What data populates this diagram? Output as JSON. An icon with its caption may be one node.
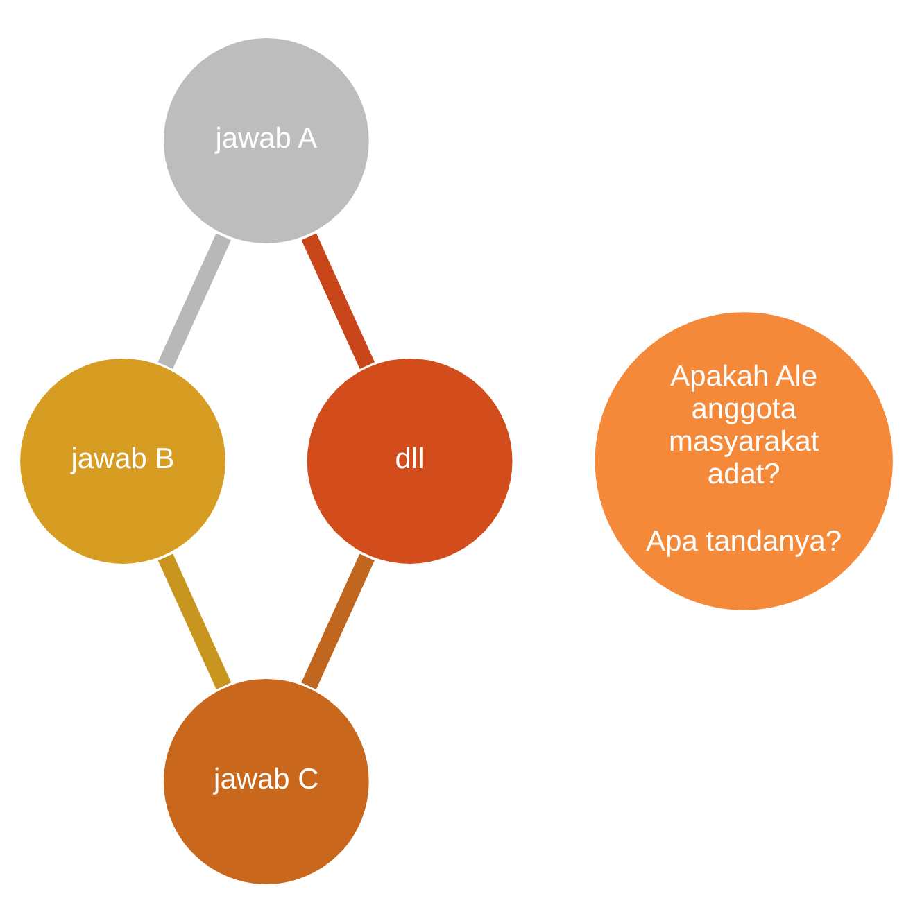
{
  "diagram": {
    "nodes": [
      {
        "text": [
          "Apakah Ale anggota masyarakat adat?",
          "Apa tandanya?"
        ]
      },
      {
        "text": [
          "jawab A"
        ]
      },
      {
        "text": [
          "jawab B"
        ]
      },
      {
        "text": [
          "jawab C"
        ]
      },
      {
        "text": [
          "dll"
        ]
      }
    ],
    "edges": [
      {
        "from": 1,
        "to": 2,
        "arrow": "none",
        "color": "#b8b8b8"
      },
      {
        "from": 2,
        "to": 3,
        "arrow": "none",
        "color": "#c8961e"
      },
      {
        "from": 3,
        "to": 4,
        "arrow": "none",
        "color": "#c0661e"
      },
      {
        "from": 4,
        "to": 1,
        "arrow": "none",
        "color": "#c8461a"
      }
    ]
  }
}
